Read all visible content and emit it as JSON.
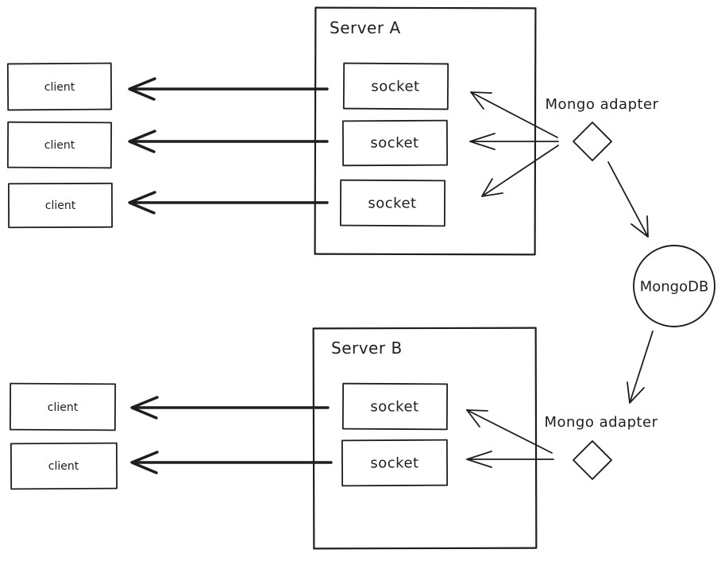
{
  "diagram": {
    "servers": [
      {
        "label": "Server A",
        "sockets": [
          "socket",
          "socket",
          "socket"
        ]
      },
      {
        "label": "Server B",
        "sockets": [
          "socket",
          "socket"
        ]
      }
    ],
    "client_groups": {
      "top": [
        "client",
        "client",
        "client"
      ],
      "bottom": [
        "client",
        "client"
      ]
    },
    "adapters": [
      {
        "label": "Mongo adapter"
      },
      {
        "label": "Mongo adapter"
      }
    ],
    "database": {
      "label": "MongoDB"
    },
    "colors": {
      "stroke": "#1e1e1e",
      "background": "#ffffff",
      "box_fill": "#ffffff"
    }
  }
}
